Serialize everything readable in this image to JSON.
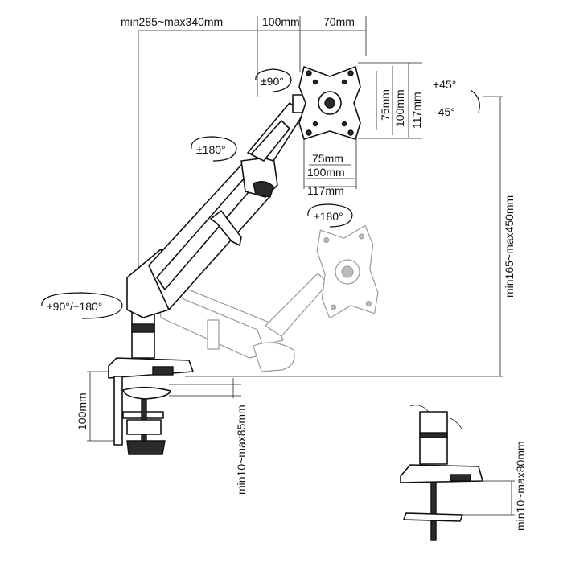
{
  "labels": {
    "arm_reach": "min285~max340mm",
    "arm_offset": "100mm",
    "plate_offset": "70mm",
    "vesa_h_75": "75mm",
    "vesa_h_100": "100mm",
    "vesa_h_117": "117mm",
    "vesa_w_75": "75mm",
    "vesa_w_100": "100mm",
    "vesa_w_117": "117mm",
    "height_range": "min165~max450mm",
    "clamp_height": "100mm",
    "clamp_range": "min10~max85mm",
    "grommet_range": "min10~max80mm"
  },
  "angles": {
    "tilt_plate": "±90°",
    "arm_swivel": "±180°",
    "plate_rotate": "±180°",
    "base_swivel": "±90°/±180°",
    "tilt_up": "+45°",
    "tilt_down": "-45°"
  }
}
